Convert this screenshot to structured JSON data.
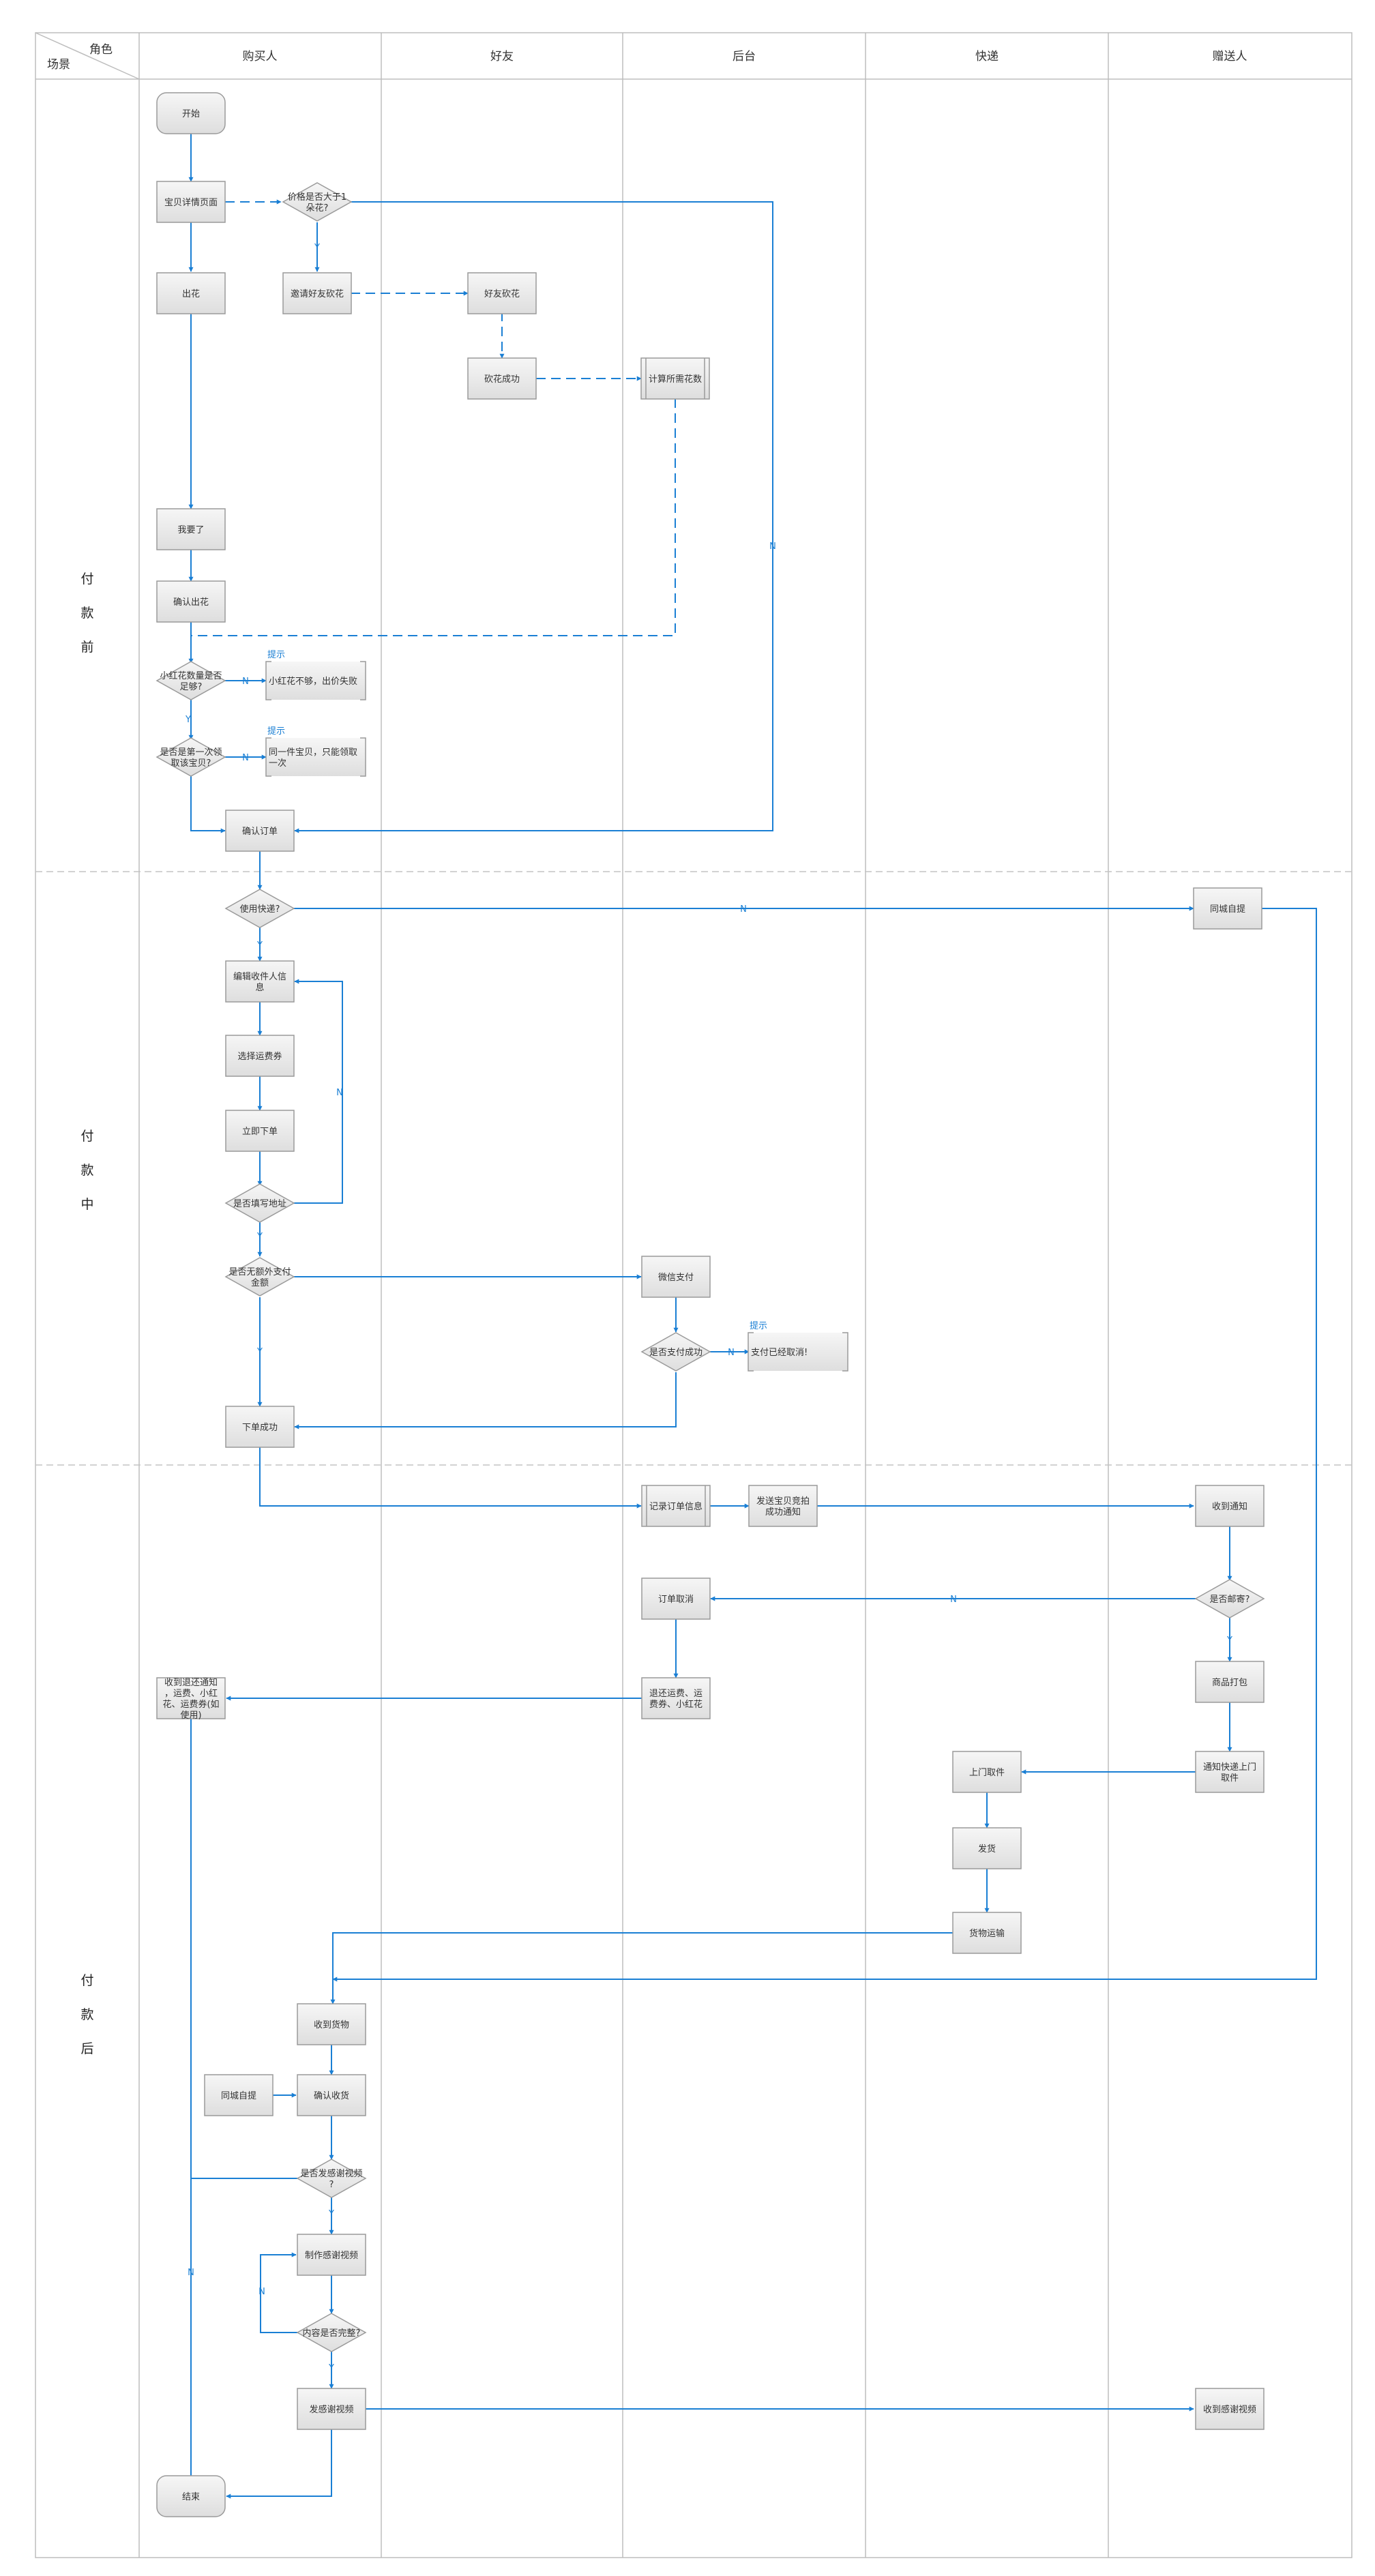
{
  "header": {
    "corner_role": "角色",
    "corner_scene": "场景",
    "lanes": [
      "购买人",
      "好友",
      "后台",
      "快递",
      "赠送人"
    ]
  },
  "phases": [
    {
      "id": "before",
      "chars": [
        "付",
        "款",
        "前"
      ]
    },
    {
      "id": "during",
      "chars": [
        "付",
        "款",
        "中"
      ]
    },
    {
      "id": "after",
      "chars": [
        "付",
        "款",
        "后"
      ]
    }
  ],
  "nodes": {
    "start": "开始",
    "detail_page": "宝贝详情页面",
    "price_check": "价格是否大于1朵花?",
    "bid": "出花",
    "invite_friend": "邀请好友砍花",
    "friend_cut": "好友砍花",
    "cut_success": "砍花成功",
    "calc_flowers": "计算所需花数",
    "i_want": "我要了",
    "confirm_bid": "确认出花",
    "flowers_enough": "小红花数量是否足够?",
    "not_enough_note": "小红花不够，出价失败",
    "first_time": "是否是第一次领取该宝贝?",
    "once_note": "同一件宝贝，只能领取一次",
    "confirm_order": "确认订单",
    "use_express": "使用快递?",
    "local_pickup_giver": "同城自提",
    "edit_receiver": "编辑收件人信息",
    "choose_coupon": "选择运费券",
    "place_order": "立即下单",
    "address_filled": "是否填写地址",
    "extra_payment": "是否无额外支付金额",
    "wechat_pay": "微信支付",
    "pay_success": "是否支付成功",
    "pay_cancel_note": "支付已经取消!",
    "order_success": "下单成功",
    "record_order": "记录订单信息",
    "send_notice": "发送宝贝竞拍成功通知",
    "receive_notice": "收到通知",
    "mail_check": "是否邮寄?",
    "order_cancel": "订单取消",
    "refund": "退还运费、运费券、小红花",
    "refund_notice": "收到退还通知，运费、小红花、运费券(如使用)",
    "pack": "商品打包",
    "notify_courier": "通知快递上门取件",
    "pickup": "上门取件",
    "ship": "发货",
    "transport": "货物运输",
    "receive_goods": "收到货物",
    "local_pickup_buyer": "同城自提",
    "confirm_receipt": "确认收货",
    "thanks_check": "是否发感谢视频?",
    "make_video": "制作感谢视频",
    "content_check": "内容是否完整?",
    "send_video": "发感谢视频",
    "receive_video": "收到感谢视频",
    "end": "结束"
  },
  "notes": {
    "title": "提示"
  },
  "edge_labels": {
    "yes": "Y",
    "no": "N"
  },
  "colors": {
    "edge": "#1a7fd4",
    "node_fill": "#e9e9e9",
    "node_stroke": "#9a9a9a",
    "grid": "#bdbdbd",
    "phase_divider": "#c4c4c4"
  }
}
